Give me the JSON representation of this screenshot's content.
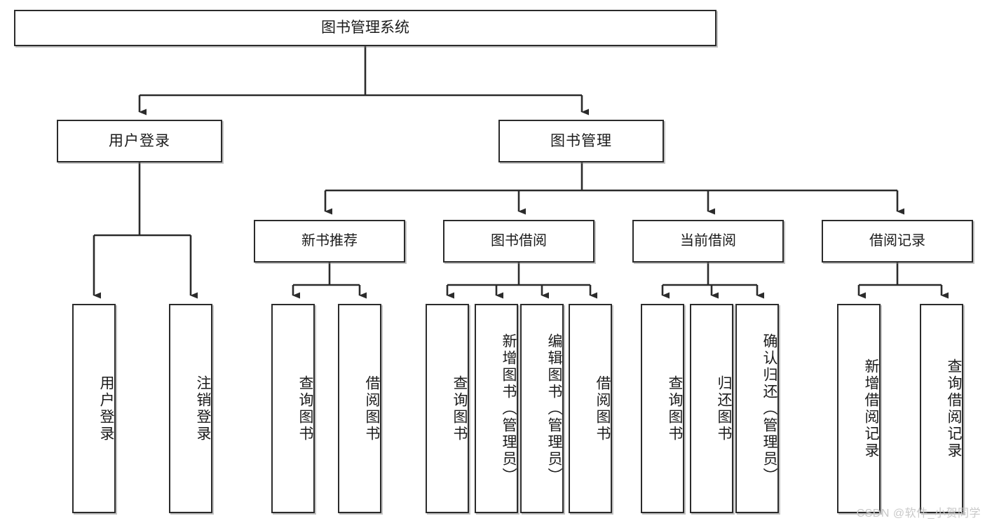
{
  "diagram": {
    "title": "图书管理系统",
    "type": "hierarchy-tree",
    "root": {
      "label": "图书管理系统"
    },
    "level1": [
      {
        "label": "用户登录"
      },
      {
        "label": "图书管理"
      }
    ],
    "level2": [
      {
        "label": "新书推荐"
      },
      {
        "label": "图书借阅"
      },
      {
        "label": "当前借阅"
      },
      {
        "label": "借阅记录"
      }
    ],
    "leaves": {
      "user_login": [
        {
          "label": "用户登录"
        },
        {
          "label": "注销登录"
        }
      ],
      "new_book_recommend": [
        {
          "label": "查询图书"
        },
        {
          "label": "借阅图书"
        }
      ],
      "book_borrow": [
        {
          "label": "查询图书"
        },
        {
          "label": "新增图书（管理员）"
        },
        {
          "label": "编辑图书（管理员）"
        },
        {
          "label": "借阅图书"
        }
      ],
      "current_borrow": [
        {
          "label": "查询图书"
        },
        {
          "label": "归还图书"
        },
        {
          "label": "确认归还（管理员）"
        }
      ],
      "borrow_record": [
        {
          "label": "新增借阅记录"
        },
        {
          "label": "查询借阅记录"
        }
      ]
    }
  },
  "watermark": {
    "text": "CSDN @软件_小贺同学"
  },
  "colors": {
    "border": "#2b2b2b",
    "background": "#ffffff",
    "text": "#1b1b1b",
    "watermark": "#c9c9c9"
  }
}
